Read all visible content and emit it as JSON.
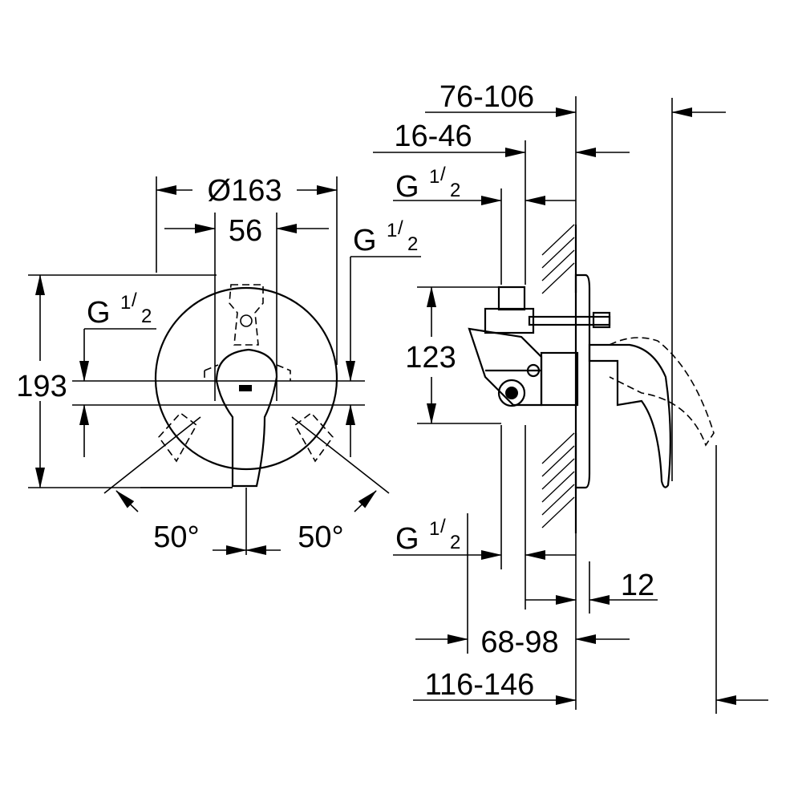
{
  "front_view": {
    "diameter": "Ø163",
    "spacing": "56",
    "thread_left": {
      "g": "G",
      "num": "1",
      "den": "2"
    },
    "thread_right": {
      "g": "G",
      "num": "1",
      "den": "2"
    },
    "height": "193",
    "angle_left": "50°",
    "angle_right": "50°"
  },
  "side_view": {
    "depth_total_top": "76-106",
    "depth_box_top": "16-46",
    "thread_top": {
      "g": "G",
      "num": "1",
      "den": "2"
    },
    "outlet_spacing": "123",
    "thread_bottom": {
      "g": "G",
      "num": "1",
      "den": "2"
    },
    "plate_thickness": "12",
    "depth_box_bottom": "68-98",
    "depth_total_bottom": "116-146"
  }
}
